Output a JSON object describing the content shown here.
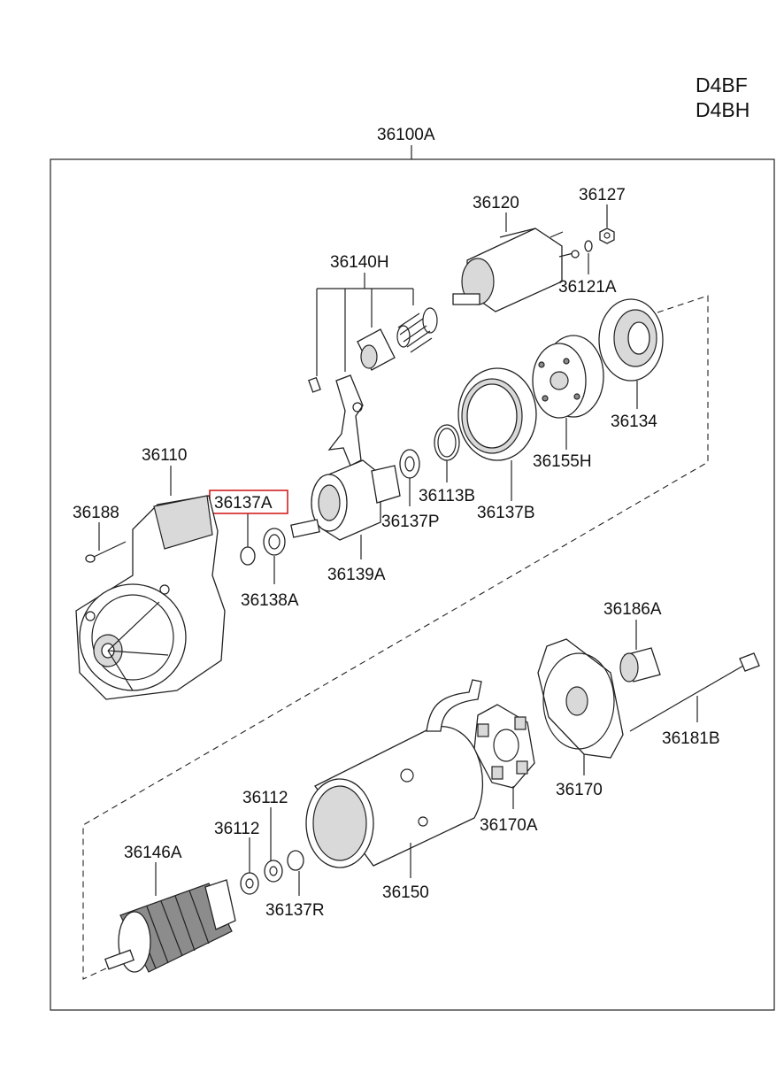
{
  "engine_codes": [
    "D4BF",
    "D4BH"
  ],
  "assembly_label": "36100A",
  "highlighted_part": "36137A",
  "highlight_color": "#d21f1f",
  "parts": {
    "p36120": "36120",
    "p36127": "36127",
    "p36121A": "36121A",
    "p36140H": "36140H",
    "p36134": "36134",
    "p36155H": "36155H",
    "p36110": "36110",
    "p36137A": "36137A",
    "p36188": "36188",
    "p36113B": "36113B",
    "p36137P": "36137P",
    "p36137B": "36137B",
    "p36139A": "36139A",
    "p36138A": "36138A",
    "p36186A": "36186A",
    "p36181B": "36181B",
    "p36170": "36170",
    "p36170A": "36170A",
    "p36112a": "36112",
    "p36112b": "36112",
    "p36146A": "36146A",
    "p36150": "36150",
    "p36137R": "36137R"
  }
}
